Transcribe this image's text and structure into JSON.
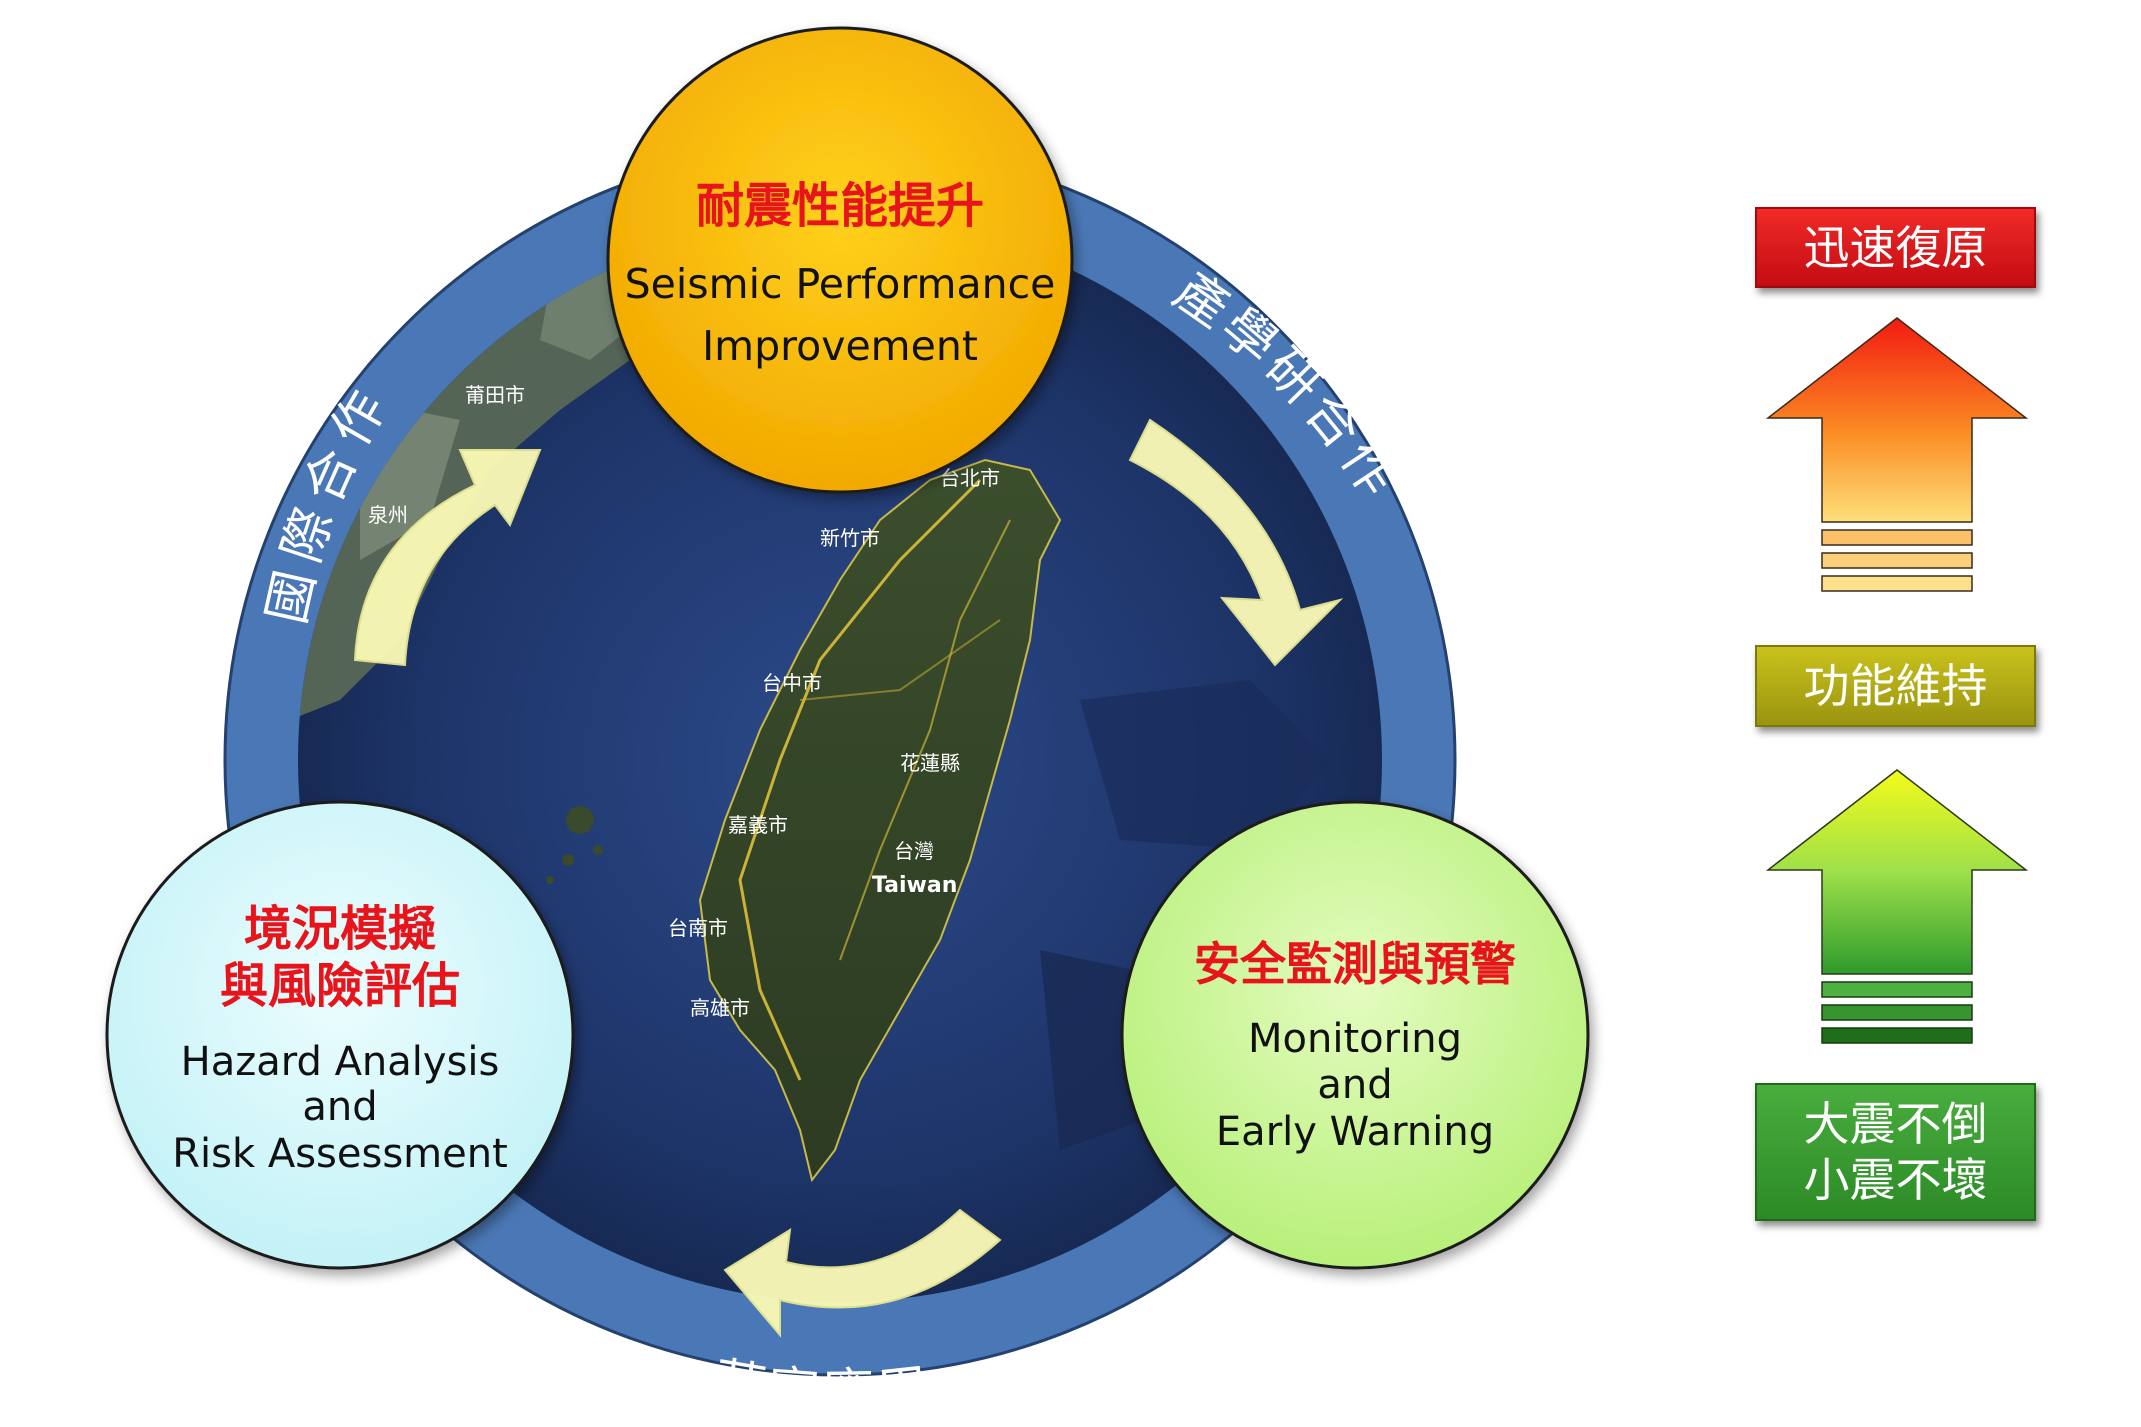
{
  "nodes": {
    "top": {
      "title": "耐震性能提升",
      "en_line1": "Seismic Performance",
      "en_line2": "Improvement"
    },
    "left": {
      "title_line1": "境況模擬",
      "title_line2": "與風險評估",
      "en_line1": "Hazard Analysis",
      "en_line2": "and",
      "en_line3": "Risk Assessment"
    },
    "right": {
      "title": "安全監測與預警",
      "en_line1": "Monitoring",
      "en_line2": "and",
      "en_line3": "Early Warning"
    }
  },
  "ring_labels": {
    "left": "國際合作",
    "right": "產學研合作",
    "bottom": "落實應用"
  },
  "map_labels": {
    "taipei": "台北市",
    "hsinchu": "新竹市",
    "taichung": "台中市",
    "hualien": "花蓮縣",
    "chiayi": "嘉義市",
    "taiwan_zh": "台灣",
    "taiwan_en": "Taiwan",
    "tainan": "台南市",
    "kaohsiung": "高雄市",
    "putian": "莆田市",
    "quanzhou": "泉州"
  },
  "levels": {
    "top": "迅速復原",
    "middle": "功能維持",
    "bottom_line1": "大震不倒",
    "bottom_line2": "小震不壞"
  },
  "colors": {
    "ring": "#4a78b6",
    "sea": "#23396e",
    "node_top": "#f7b400",
    "node_left": "#d4f7fb",
    "node_right": "#cdf79a",
    "cycle_arrow": "#fbfbb6",
    "level_red": "#d41820",
    "level_olive": "#b0a914",
    "level_green": "#3a9c32"
  }
}
